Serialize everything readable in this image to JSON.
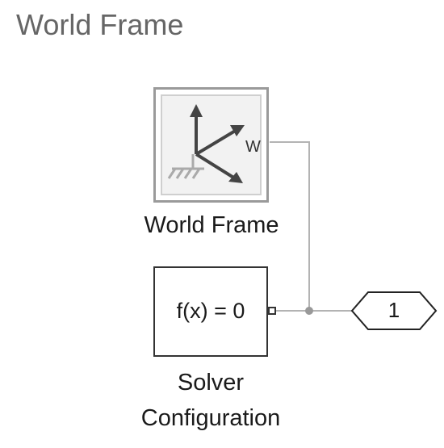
{
  "page_title": "World Frame",
  "world_frame_block": {
    "port_label": "W",
    "caption": "World Frame"
  },
  "solver_block": {
    "expression": "f(x) = 0",
    "caption_line1": "Solver",
    "caption_line2": "Configuration"
  },
  "connection_tag": {
    "label": "1"
  },
  "colors": {
    "title": "#666666",
    "wire": "#b3b3b3",
    "junction": "#999999",
    "block_border": "#333333",
    "world_border": "#9a9a9a",
    "icon": "#444444",
    "ground": "#aaaaaa"
  }
}
